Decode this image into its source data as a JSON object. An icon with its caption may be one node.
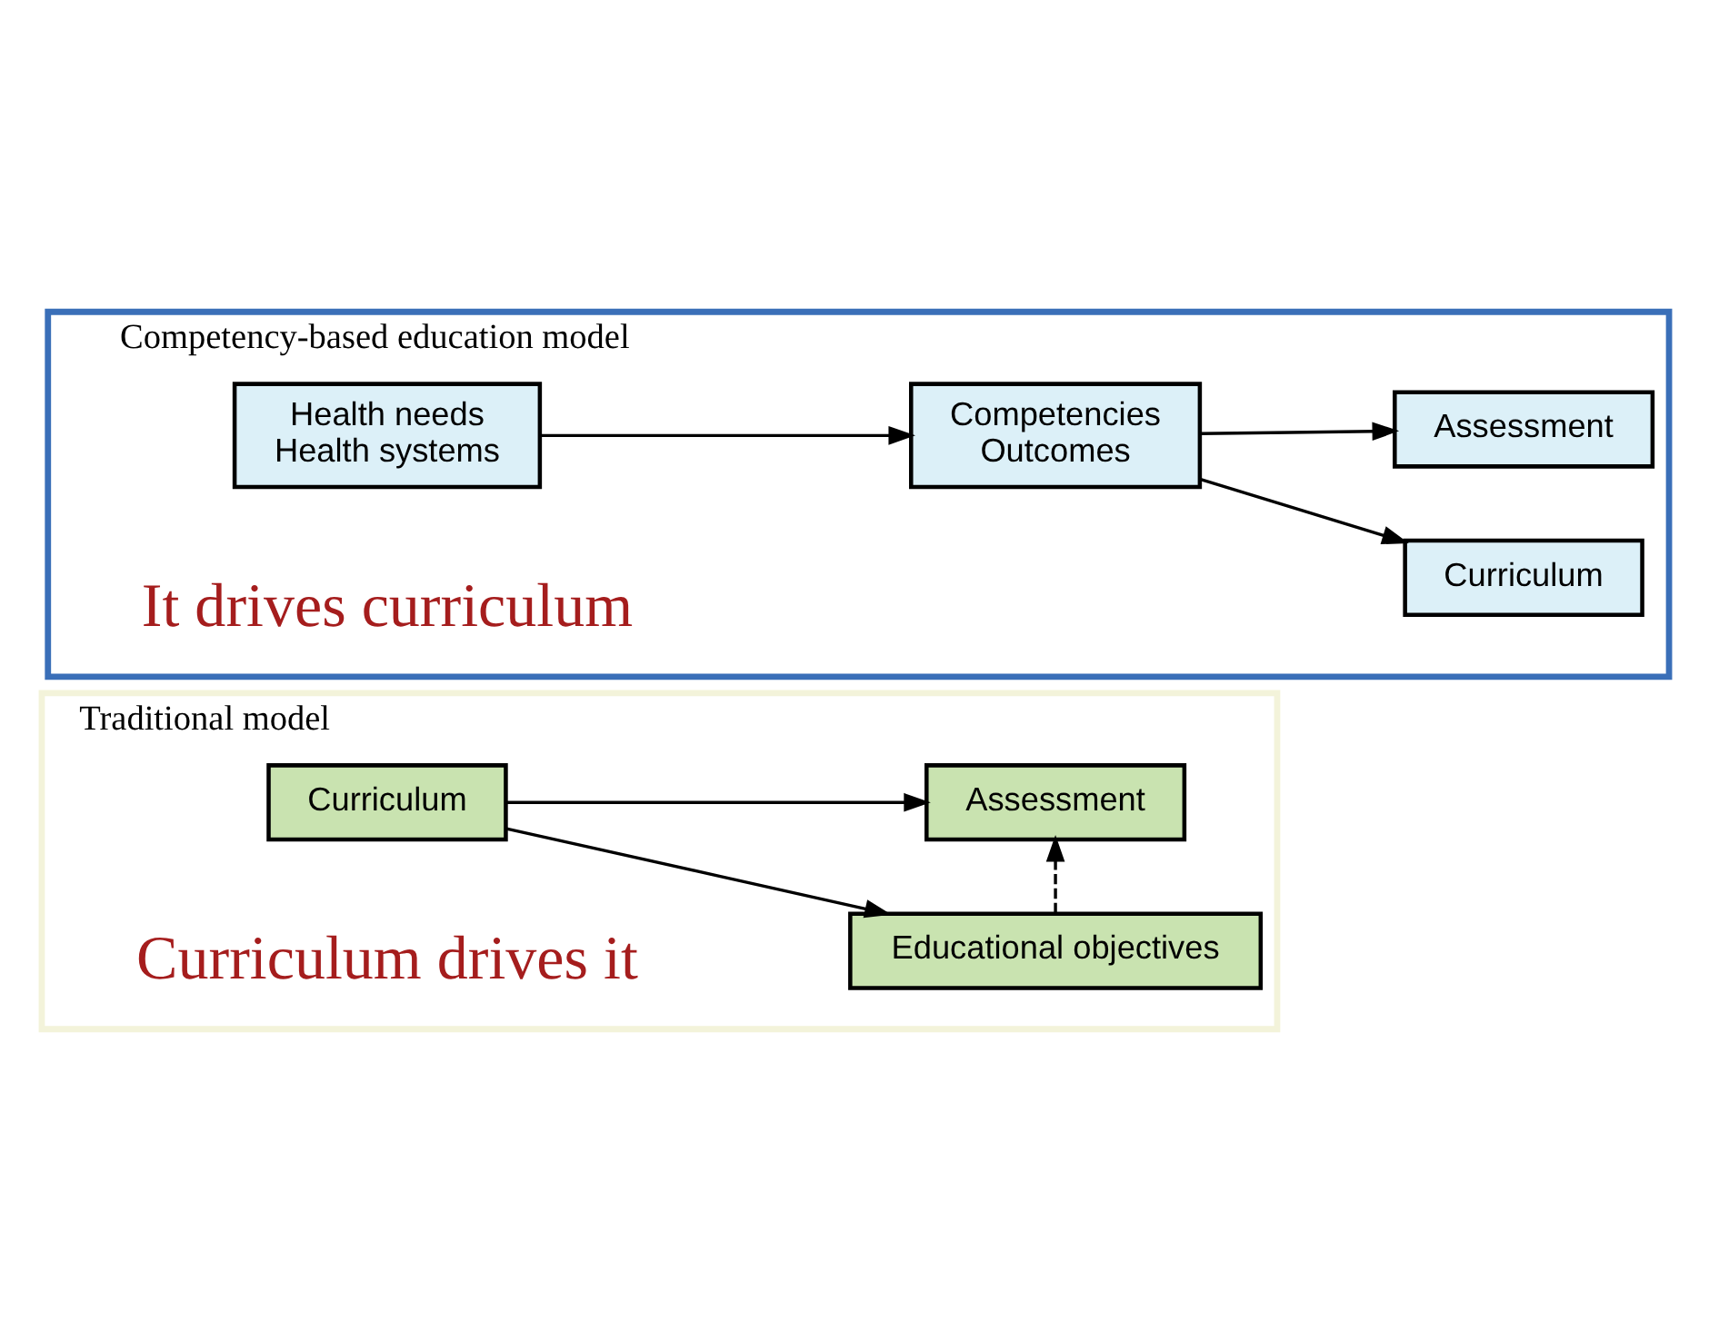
{
  "diagram": {
    "nodes": [
      {
        "text": [
          "Traditional model"
        ]
      },
      {
        "text": [
          "Curriculum"
        ],
        "in": 0
      },
      {
        "text": [
          "Educational objectives"
        ],
        "in": 0
      },
      {
        "text": [
          "Assessment"
        ],
        "in": 0
      },
      {
        "text": [
          "Competency-based education model"
        ]
      },
      {
        "text": [
          "Health needs",
          "Health systems"
        ],
        "in": 4
      },
      {
        "text": [
          "Competencies",
          "Outcomes"
        ],
        "in": 4
      },
      {
        "text": [
          "Curriculum"
        ],
        "in": 4
      },
      {
        "text": [
          "Assessment"
        ],
        "in": 4
      }
    ],
    "edges": [
      {
        "from": 1,
        "to": 2,
        "arrow": "to"
      },
      {
        "from": 1,
        "to": 3,
        "arrow": "to"
      },
      {
        "from": 2,
        "to": 3,
        "arrow": "to",
        "style": "dashed"
      },
      {
        "from": 5,
        "to": 6,
        "arrow": "to"
      },
      {
        "from": 6,
        "to": 7,
        "arrow": "to"
      },
      {
        "from": 6,
        "to": 8,
        "arrow": "to"
      }
    ],
    "labels": [
      "Curriculum drives it",
      "It drives curriculum"
    ]
  }
}
